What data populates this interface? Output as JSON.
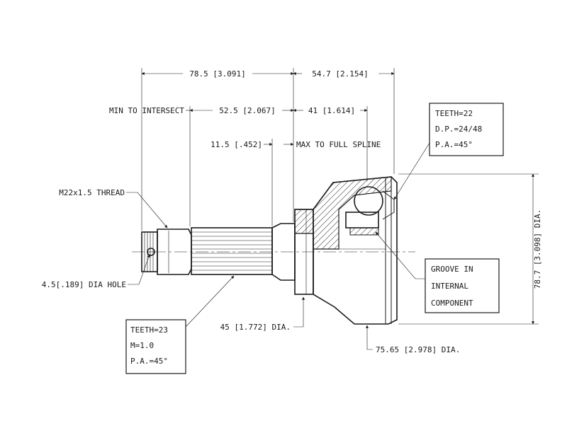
{
  "dimensions": {
    "overall_length": "78.5 [3.091]",
    "bell_length": "54.7 [2.154]",
    "min_to_intersect_label": "MIN TO INTERSECT",
    "min_to_intersect_value": "52.5 [2.067]",
    "spline_to_bell": "41 [1.614]",
    "spline_length": "11.5 [.452]",
    "max_to_full_spline": "MAX TO FULL SPLINE",
    "thread": "M22x1.5 THREAD",
    "hole": "4.5[.189] DIA HOLE",
    "stem_dia": "45 [1.772] DIA.",
    "bell_dia": "75.65 [2.978] DIA.",
    "overall_dia": "78.7 [3.098] DIA."
  },
  "inner_spline": {
    "teeth": "TEETH=22",
    "dp": "D.P.=24/48",
    "pa": "P.A.=45°"
  },
  "outer_spline": {
    "teeth": "TEETH=23",
    "m": "M=1.0",
    "pa": "P.A.=45°"
  },
  "groove_note": {
    "line1": "GROOVE IN",
    "line2": "INTERNAL",
    "line3": "COMPONENT"
  }
}
